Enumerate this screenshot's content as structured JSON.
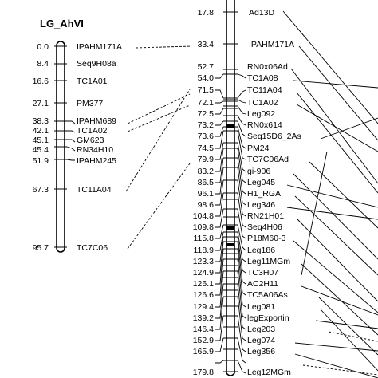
{
  "left_group": {
    "title": "LG_AhVI",
    "markers": [
      {
        "pos": "0.0",
        "name": "IPAHM171A"
      },
      {
        "pos": "8.4",
        "name": "Seq9H08a"
      },
      {
        "pos": "16.6",
        "name": "TC1A01"
      },
      {
        "pos": "27.1",
        "name": "PM377"
      },
      {
        "pos": "38.3",
        "name": "IPAHM689"
      },
      {
        "pos": "42.1",
        "name": "TC1A02"
      },
      {
        "pos": "45.1",
        "name": "GM623"
      },
      {
        "pos": "45.4",
        "name": "RN34H10"
      },
      {
        "pos": "51.9",
        "name": "IPAHM245"
      },
      {
        "pos": "67.3",
        "name": "TC11A04"
      },
      {
        "pos": "95.7",
        "name": "TC7C06"
      }
    ]
  },
  "right_group": {
    "markers": [
      {
        "pos": "17.8",
        "name": "Ad13D"
      },
      {
        "pos": "33.4",
        "name": "IPAHM171A"
      },
      {
        "pos": "52.7",
        "name": "RN0x06Ad"
      },
      {
        "pos": "54.0",
        "name": "TC1A08"
      },
      {
        "pos": "71.5",
        "name": "TC11A04"
      },
      {
        "pos": "72.1",
        "name": "TC1A02"
      },
      {
        "pos": "72.5",
        "name": "Leg092"
      },
      {
        "pos": "73.2",
        "name": "RN0x614"
      },
      {
        "pos": "73.6",
        "name": "Seq15D6_2As"
      },
      {
        "pos": "74.5",
        "name": "PM24"
      },
      {
        "pos": "79.9",
        "name": "TC7C06Ad"
      },
      {
        "pos": "83.2",
        "name": "gi-906"
      },
      {
        "pos": "86.5",
        "name": "Leg045"
      },
      {
        "pos": "96.1",
        "name": "H1_RGA"
      },
      {
        "pos": "98.6",
        "name": "Leg346"
      },
      {
        "pos": "104.8",
        "name": "RN21H01"
      },
      {
        "pos": "109.8",
        "name": "Seq4H06"
      },
      {
        "pos": "115.8",
        "name": "P18M60-3"
      },
      {
        "pos": "118.9",
        "name": "Leg186"
      },
      {
        "pos": "123.3",
        "name": "Leg11MGm"
      },
      {
        "pos": "124.9",
        "name": "TC3H07"
      },
      {
        "pos": "126.1",
        "name": "AC2H11"
      },
      {
        "pos": "126.6",
        "name": "TC5A06As"
      },
      {
        "pos": "129.4",
        "name": "Leg081"
      },
      {
        "pos": "139.2",
        "name": "legExportin"
      },
      {
        "pos": "146.4",
        "name": "Leg203"
      },
      {
        "pos": "152.9",
        "name": "Leg074"
      },
      {
        "pos": "165.9",
        "name": "Leg356"
      },
      {
        "pos": "179.8",
        "name": "Leg12MGm"
      }
    ]
  }
}
